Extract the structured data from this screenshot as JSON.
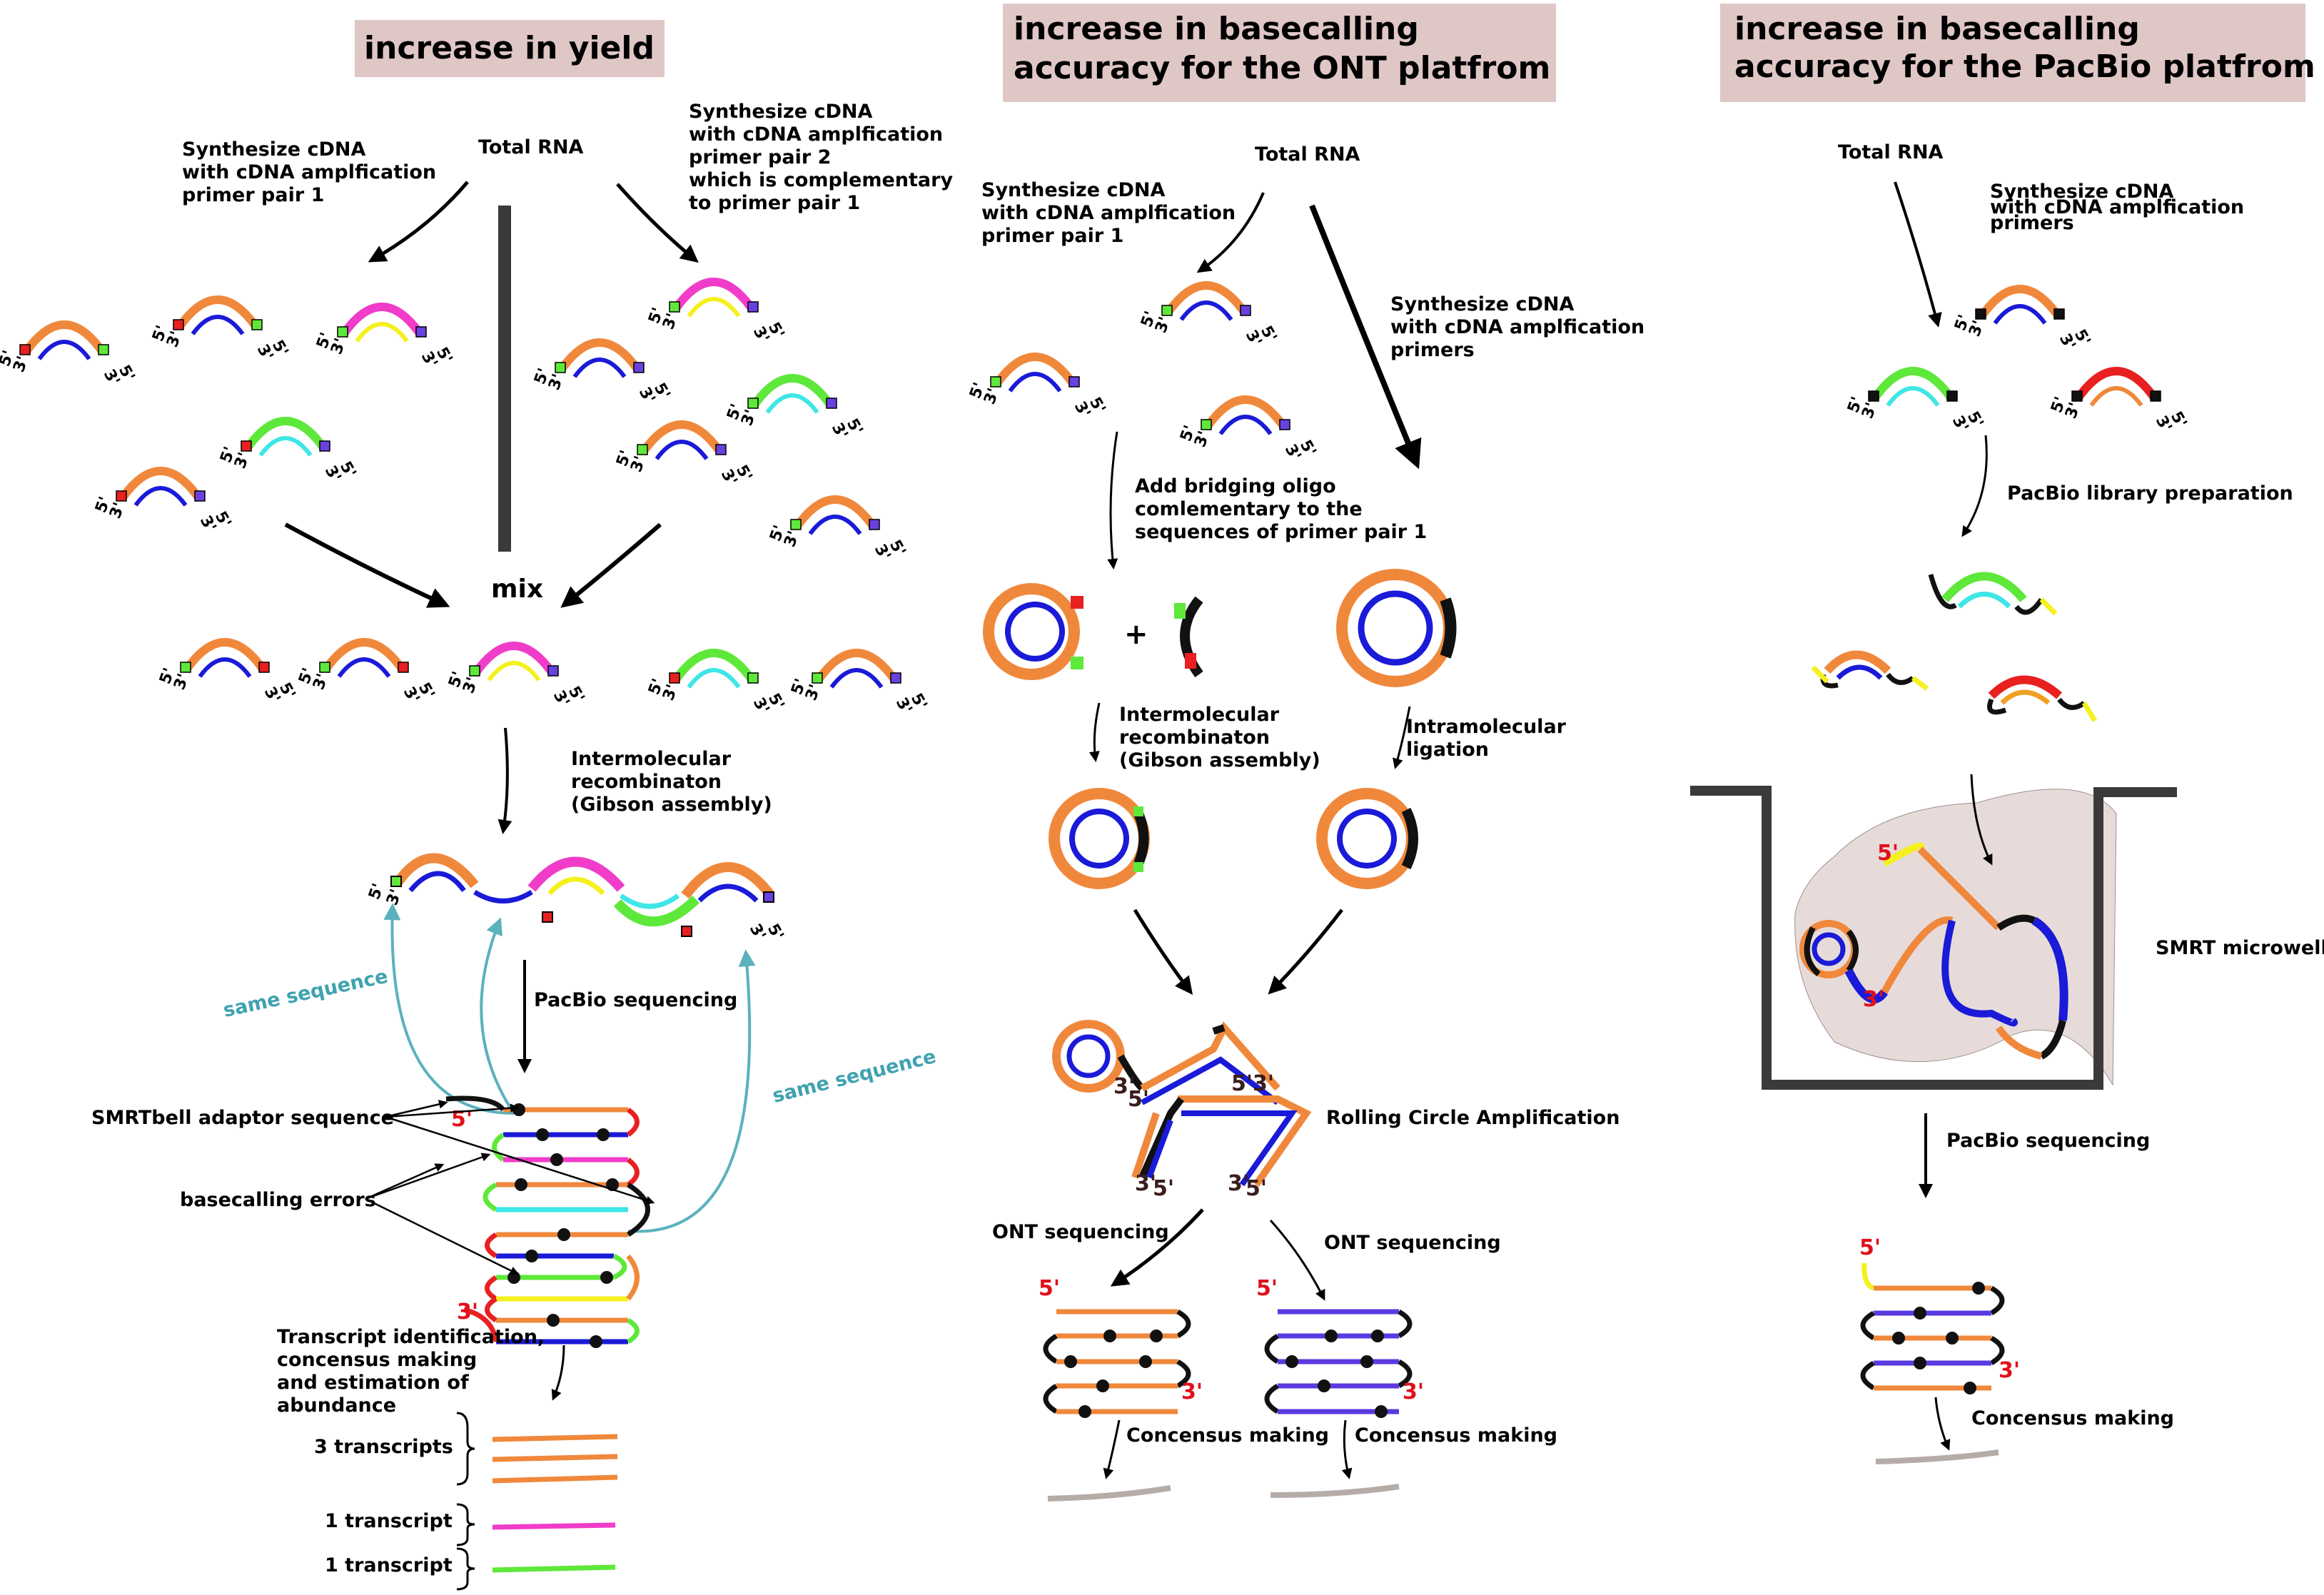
{
  "panels": {
    "yield": {
      "title": "increase in yield",
      "total_rna": "Total RNA",
      "left_step": [
        "Synthesize cDNA",
        "with cDNA amplfication",
        "primer pair 1"
      ],
      "right_step": [
        "Synthesize cDNA",
        "with cDNA amplfication",
        "primer pair 2",
        "which is complementary",
        "to primer pair 1"
      ],
      "mix": "mix",
      "recombination": [
        "Intermolecular",
        "recombinaton",
        "(Gibson assembly)"
      ],
      "pacbio_seq": "PacBio sequencing",
      "same_sequence": "same sequence",
      "adaptor": "SMRTbell adaptor sequence",
      "errors": "basecalling errors",
      "transcript_step": [
        "Transcript  identification,",
        "concensus making",
        "and estimation of",
        "abundance"
      ],
      "count_3": "3 transcripts",
      "count_1a": "1 transcript",
      "count_1b": "1 transcript"
    },
    "ont": {
      "title": [
        "increase in basecalling",
        "accuracy for the ONT platfrom"
      ],
      "total_rna": "Total RNA",
      "left_step": [
        "Synthesize cDNA",
        "with cDNA amplfication",
        "primer pair 1"
      ],
      "right_step": [
        "Synthesize cDNA",
        "with cDNA amplfication",
        "primers"
      ],
      "bridging": [
        "Add bridging oligo",
        "comlementary to the",
        "sequences of primer pair 1"
      ],
      "plus": "+",
      "recombination": [
        "Intermolecular",
        "recombinaton",
        "(Gibson assembly)"
      ],
      "ligation": [
        "Intramolecular",
        "ligation"
      ],
      "rca": "Rolling Circle Amplification",
      "seq_left": "ONT sequencing",
      "seq_right": "ONT sequencing",
      "consensus_left": "Concensus making",
      "consensus_right": "Concensus making"
    },
    "pacbio": {
      "title": [
        "increase in basecalling",
        "accuracy for the PacBio platfrom"
      ],
      "total_rna": "Total RNA",
      "step": [
        "Synthesize cDNA",
        "with cDNA amplfication",
        "primers"
      ],
      "library": "PacBio library preparation",
      "microwell": "SMRT microwell",
      "seq": "PacBio sequencing",
      "consensus": "Concensus making"
    }
  },
  "end_labels": {
    "five": "5'",
    "three": "3'"
  },
  "colors": {
    "title_bg": "#dfc7c6",
    "orange": "#f0883c",
    "blue": "#1a1ad8",
    "pink": "#f03cc8",
    "green": "#5ee83a",
    "cyan": "#3ee6e6",
    "yellow": "#f5f01e",
    "red": "#e82020",
    "purple": "#6a40e0",
    "black": "#111111",
    "gray": "#b5aca8",
    "teal": "#5bb1bd",
    "well_fill": "#e7dbda"
  }
}
